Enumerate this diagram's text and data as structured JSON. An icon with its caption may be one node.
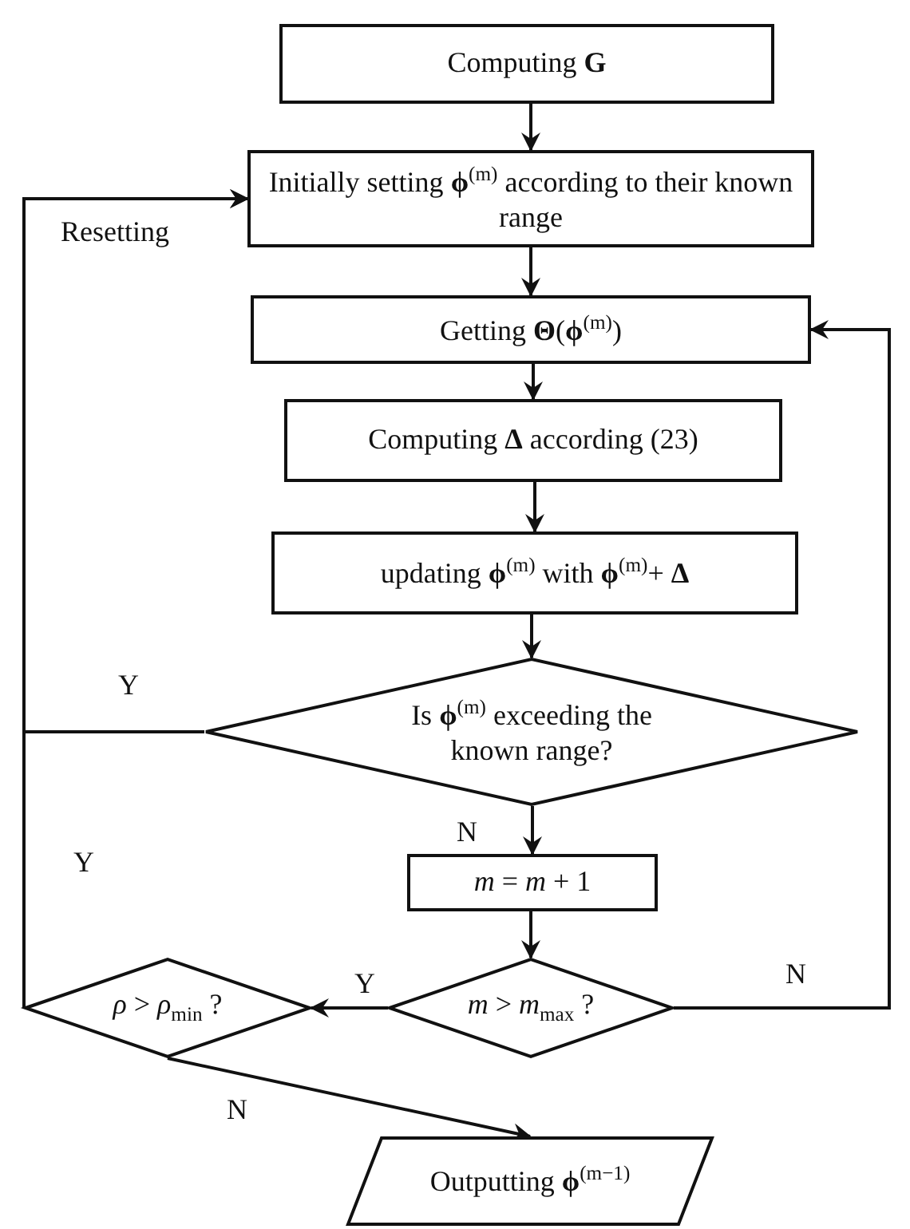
{
  "diagram": {
    "nodes": [
      {
        "text": [
          "Computing **G**"
        ]
      },
      {
        "text": [
          "Initially setting **ϕ**$^{(m)}$ according to their known range"
        ]
      },
      {
        "text": [
          "Getting **Θ**(**ϕ**$^{(m)}$)"
        ]
      },
      {
        "text": [
          "Computing **Δ** according (23)"
        ]
      },
      {
        "text": [
          "updating **ϕ**$^{(m)}$ with **ϕ**$^{(m)}$+ **Δ**"
        ]
      },
      {
        "text": [
          "Is **ϕ**$^{(m)}$ exceeding the known range?"
        ]
      },
      {
        "text": [
          "*m* = *m* + 1"
        ]
      },
      {
        "text": [
          "*m* > *m*$_{max}$ ?"
        ]
      },
      {
        "text": [
          "*ρ* > *ρ*$_{min}$ ?"
        ]
      },
      {
        "text": [
          "Outputting **ϕ**$^{(m−1)}$"
        ]
      }
    ],
    "edges": [
      {
        "from": 0,
        "to": 1,
        "arrow": "to"
      },
      {
        "from": 1,
        "to": 2,
        "arrow": "to"
      },
      {
        "from": 2,
        "to": 3,
        "arrow": "to"
      },
      {
        "from": 3,
        "to": 4,
        "arrow": "to"
      },
      {
        "from": 4,
        "to": 5,
        "arrow": "to"
      },
      {
        "from": 5,
        "to": 6,
        "arrow": "to",
        "label": "N"
      },
      {
        "from": 6,
        "to": 7,
        "arrow": "to"
      },
      {
        "from": 7,
        "to": 8,
        "arrow": "to",
        "label": "Y"
      },
      {
        "from": 7,
        "to": 2,
        "arrow": "to",
        "label": "N"
      },
      {
        "from": 5,
        "to": 1,
        "arrow": "to",
        "label": "Y"
      },
      {
        "from": 8,
        "to": 1,
        "arrow": "to",
        "label": "Y"
      },
      {
        "from": 8,
        "to": 9,
        "arrow": "to",
        "label": "N"
      }
    ],
    "labels": [
      "Resetting"
    ]
  }
}
